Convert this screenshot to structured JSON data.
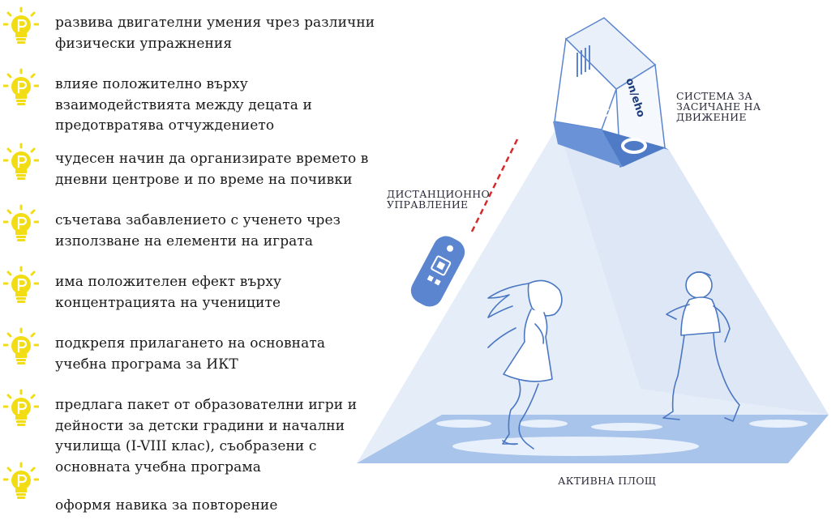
{
  "benefits": [
    {
      "text": "развива двигателни умения чрез различни физически упражнения"
    },
    {
      "text": "влияе положително върху взаимодействията между децата и предотвратява отчуждението"
    },
    {
      "text": "чудесен начин да организирате времето в дневни центрове и по време на почивки"
    },
    {
      "text": "съчетава забавлението с ученето чрез използване на елементи на играта"
    },
    {
      "text": "има положителен ефект върху концентрацията на учениците"
    },
    {
      "text": "подкрепя прилагането на основната учебна програма за ИКТ"
    },
    {
      "text": "предлага пакет от образователни игри и дейности за детски градини и начални училища (I-VIII клас), съобразени с основната учебна програма"
    },
    {
      "text": "оформя навика за повторение"
    }
  ],
  "labels": {
    "tracking_system": "СИСТЕМА ЗА ЗАСИЧАНЕ НА ДВИЖЕНИЕ",
    "remote_control": "ДИСТАНЦИОННО УПРАВЛЕНИЕ",
    "active_area": "АКТИВНА ПЛОЩ"
  },
  "device": {
    "brand": "on/eho"
  },
  "colors": {
    "bulb": "#f2dd14",
    "device_blue": "#5b85cf",
    "beam": "#dfe8f6",
    "floor": "#9fbde6",
    "laser": "#d62a2a"
  },
  "icons": [
    "lightbulb-icon",
    "projector-device",
    "remote-control-icon",
    "girl-figure",
    "boy-figure"
  ]
}
